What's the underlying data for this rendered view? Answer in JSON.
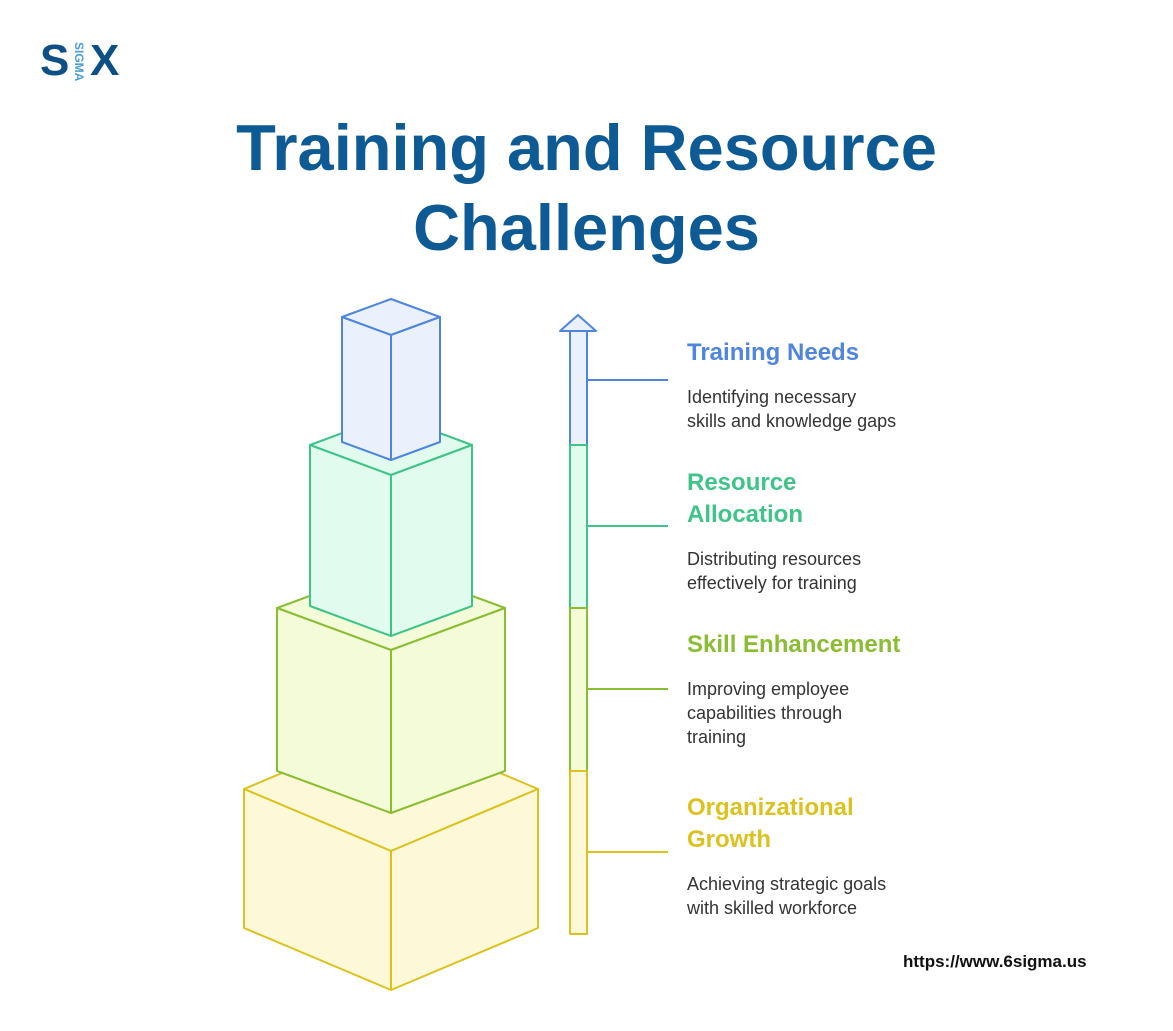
{
  "logo": {
    "s": "S",
    "sigma": "SIGMA",
    "x": "X"
  },
  "title": {
    "line1": "Training and Resource",
    "line2": "Challenges"
  },
  "steps": [
    {
      "title_lines": [
        "Training Needs"
      ],
      "description_lines": [
        "Identifying necessary",
        "skills and knowledge gaps"
      ],
      "color": "#4f85dd",
      "fill": "#eaf1fd"
    },
    {
      "title_lines": [
        "Resource",
        "Allocation"
      ],
      "description_lines": [
        "Distributing resources",
        "effectively for training"
      ],
      "color": "#3ec488",
      "fill": "#e2fbef"
    },
    {
      "title_lines": [
        "Skill Enhancement"
      ],
      "description_lines": [
        "Improving employee",
        "capabilities through",
        "training"
      ],
      "color": "#8bbd33",
      "fill": "#f3fbd8"
    },
    {
      "title_lines": [
        "Organizational",
        "Growth"
      ],
      "description_lines": [
        "Achieving strategic goals",
        "with skilled workforce"
      ],
      "color": "#dcc21f",
      "fill": "#fdf9d8"
    }
  ],
  "footer": {
    "url": "https://www.6sigma.us"
  },
  "colors": {
    "title": "#0e5a94",
    "logo": "#0e4f86",
    "logo_sigma": "#4a9fd8"
  }
}
